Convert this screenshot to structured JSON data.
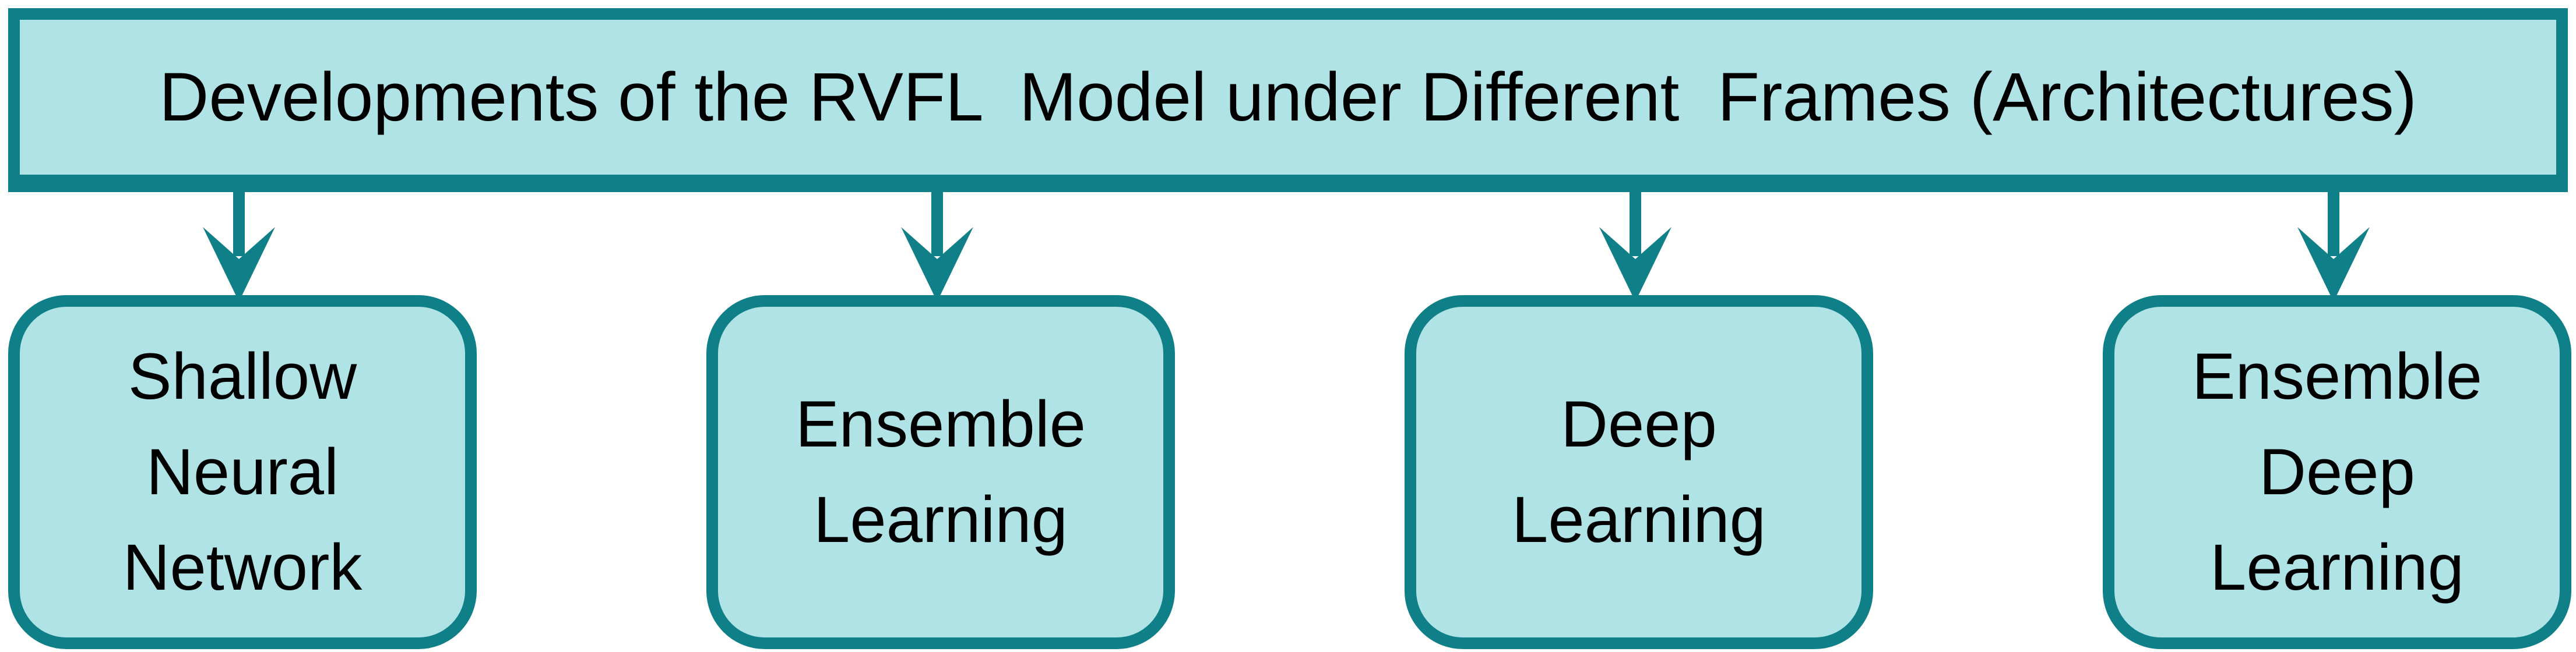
{
  "title": "Developments of the RVFL  Model under Different  Frames (Architectures)",
  "colors": {
    "border": "#0f8088",
    "fill": "#b0e3e6"
  },
  "nodes": [
    {
      "lines": [
        "Shallow",
        "Neural",
        "Network"
      ]
    },
    {
      "lines": [
        "Ensemble",
        "Learning"
      ]
    },
    {
      "lines": [
        "Deep",
        "Learning"
      ]
    },
    {
      "lines": [
        "Ensemble",
        "Deep",
        "Learning"
      ]
    }
  ]
}
